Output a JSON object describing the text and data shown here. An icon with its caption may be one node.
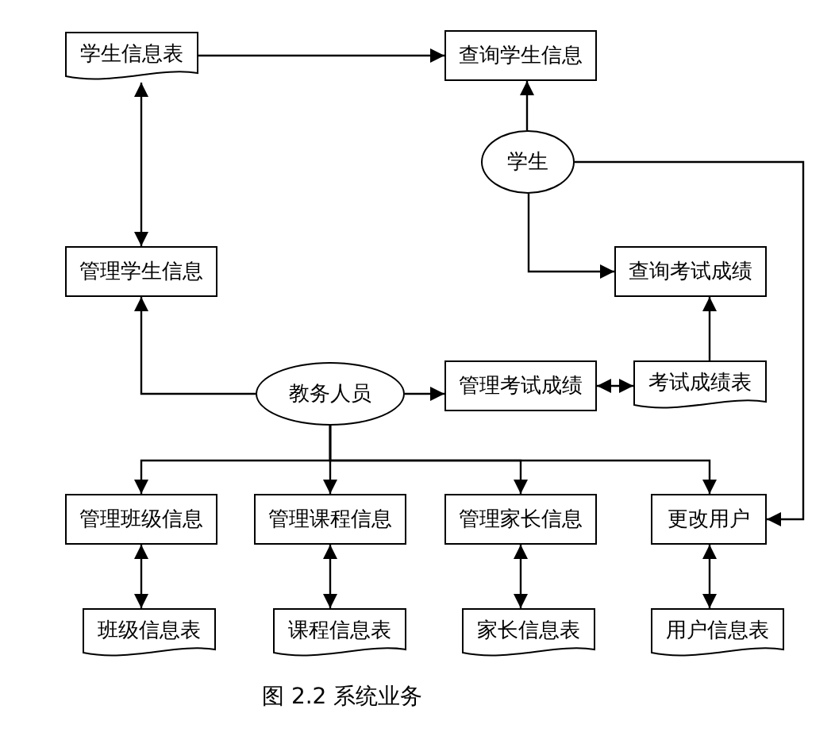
{
  "diagram": {
    "caption": "图 2.2 系统业务",
    "nodes": [
      {
        "text": [
          "学生信息表"
        ]
      },
      {
        "text": [
          "查询学生信息"
        ]
      },
      {
        "text": [
          "学生"
        ]
      },
      {
        "text": [
          "管理学生信息"
        ]
      },
      {
        "text": [
          "查询考试成绩"
        ]
      },
      {
        "text": [
          "教务人员"
        ]
      },
      {
        "text": [
          "管理考试成绩"
        ]
      },
      {
        "text": [
          "考试成绩表"
        ]
      },
      {
        "text": [
          "管理班级信息"
        ]
      },
      {
        "text": [
          "管理课程信息"
        ]
      },
      {
        "text": [
          "管理家长信息"
        ]
      },
      {
        "text": [
          "更改用户"
        ]
      },
      {
        "text": [
          "班级信息表"
        ]
      },
      {
        "text": [
          "课程信息表"
        ]
      },
      {
        "text": [
          "家长信息表"
        ]
      },
      {
        "text": [
          "用户信息表"
        ]
      }
    ],
    "edges": [
      {
        "from": 0,
        "to": 1,
        "arrow": "to"
      },
      {
        "from": 0,
        "to": 3,
        "arrow": "both"
      },
      {
        "from": 2,
        "to": 1,
        "arrow": "to"
      },
      {
        "from": 2,
        "to": 4,
        "arrow": "to"
      },
      {
        "from": 2,
        "to": 11,
        "arrow": "to"
      },
      {
        "from": 5,
        "to": 3,
        "arrow": "to"
      },
      {
        "from": 5,
        "to": 6,
        "arrow": "to"
      },
      {
        "from": 6,
        "to": 7,
        "arrow": "both"
      },
      {
        "from": 7,
        "to": 4,
        "arrow": "to"
      },
      {
        "from": 5,
        "to": 8,
        "arrow": "to"
      },
      {
        "from": 5,
        "to": 9,
        "arrow": "to"
      },
      {
        "from": 5,
        "to": 10,
        "arrow": "to"
      },
      {
        "from": 5,
        "to": 11,
        "arrow": "to"
      },
      {
        "from": 8,
        "to": 12,
        "arrow": "both"
      },
      {
        "from": 9,
        "to": 13,
        "arrow": "both"
      },
      {
        "from": 10,
        "to": 14,
        "arrow": "both"
      },
      {
        "from": 11,
        "to": 15,
        "arrow": "both"
      }
    ]
  }
}
